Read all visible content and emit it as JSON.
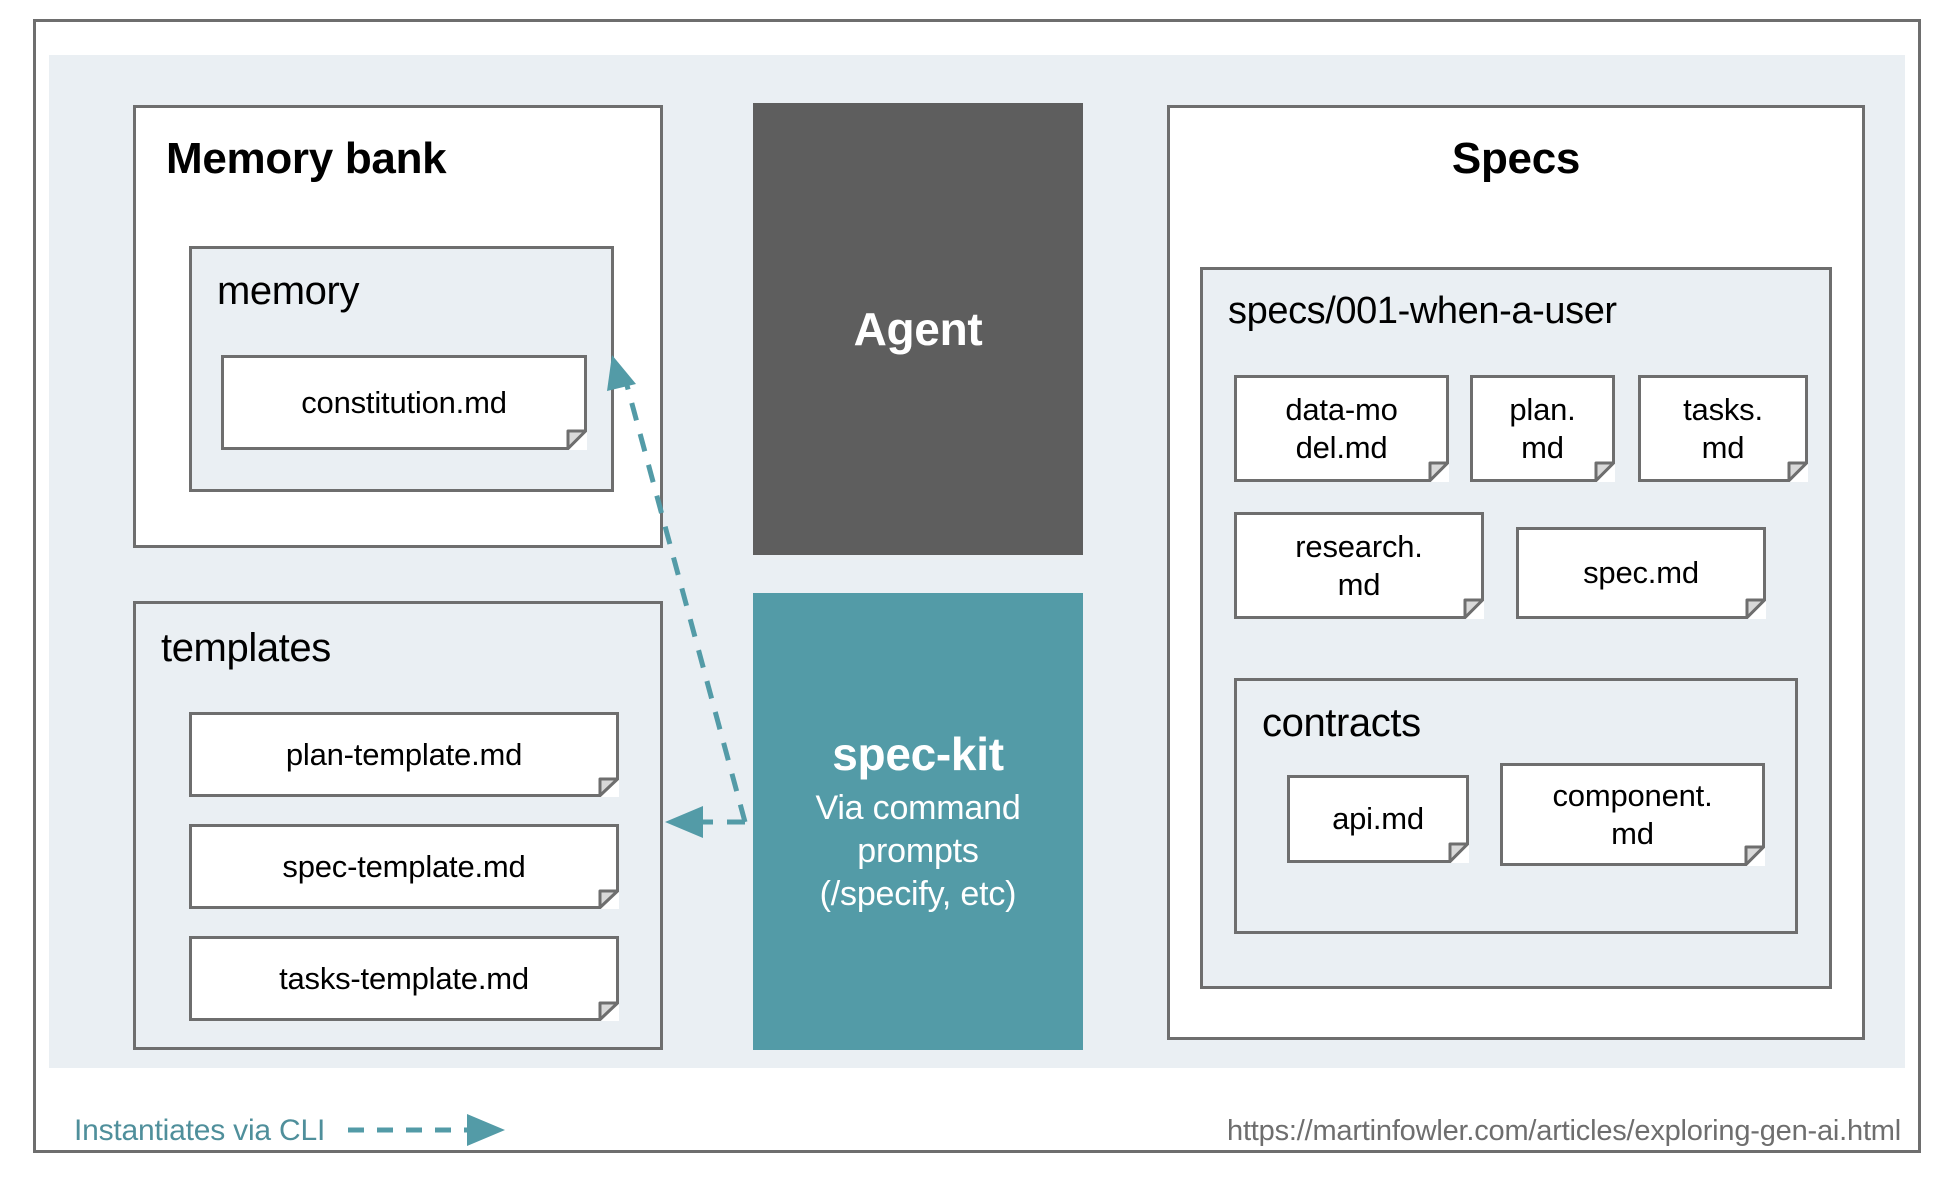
{
  "diagram": {
    "memory_bank": {
      "title": "Memory bank",
      "memory_group": {
        "title": "memory",
        "files": [
          {
            "label": "constitution.md"
          }
        ]
      },
      "templates_group": {
        "title": "templates",
        "files": [
          {
            "label": "plan-template.md"
          },
          {
            "label": "spec-template.md"
          },
          {
            "label": "tasks-template.md"
          }
        ]
      }
    },
    "agent": {
      "title": "Agent"
    },
    "spec_kit": {
      "title": "spec-kit",
      "subtitle": "Via command prompts (/specify, etc)"
    },
    "specs": {
      "title": "Specs",
      "feature_group": {
        "title": "specs/001-when-a-user",
        "files_row1": [
          {
            "label": "data-mo\ndel.md"
          },
          {
            "label": "plan.\nmd"
          },
          {
            "label": "tasks.\nmd"
          }
        ],
        "files_row2": [
          {
            "label": "research.\nmd"
          },
          {
            "label": "spec.md"
          }
        ],
        "contracts_group": {
          "title": "contracts",
          "files": [
            {
              "label": "api.md"
            },
            {
              "label": "component.\nmd"
            }
          ]
        }
      }
    }
  },
  "legend": {
    "label": "Instantiates via CLI"
  },
  "footer": {
    "source_url": "https://martinfowler.com/articles/exploring-gen-ai.html"
  },
  "colors": {
    "accent_teal": "#539ba7",
    "agent_gray": "#5e5e5e",
    "canvas": "#eaeff3",
    "border": "#6e6e6e"
  }
}
